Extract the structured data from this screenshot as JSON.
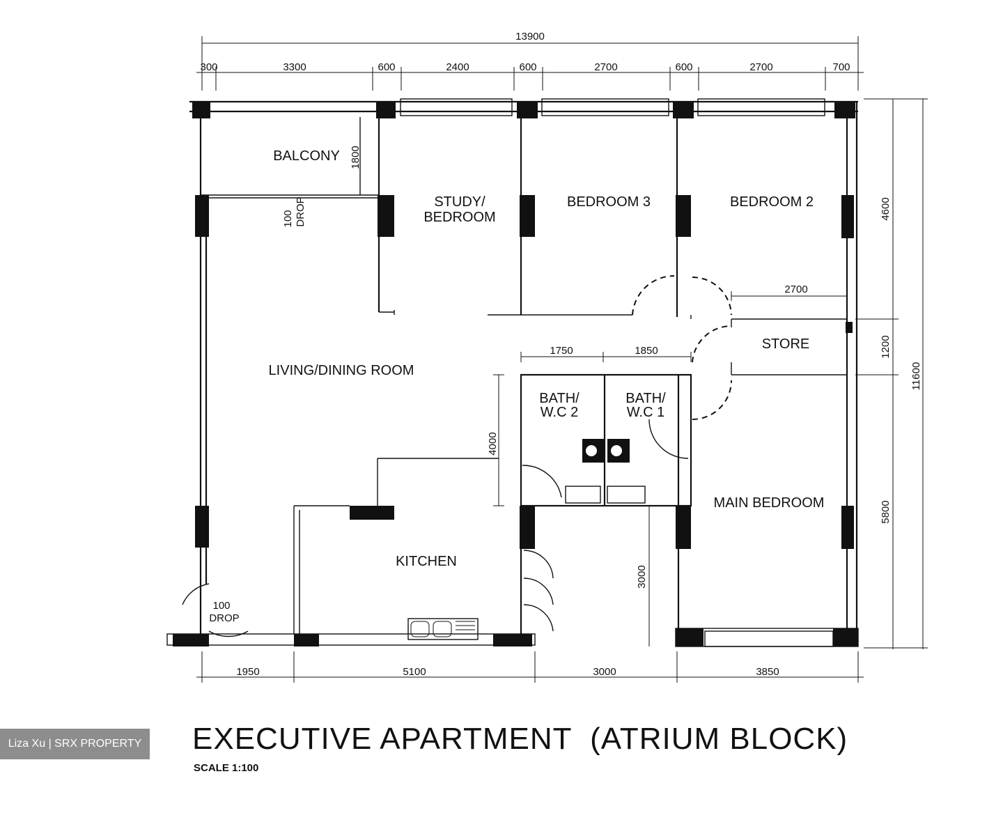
{
  "title": "EXECUTIVE APARTMENT  (ATRIUM BLOCK)",
  "scale": "SCALE   1:100",
  "watermark": "Liza Xu | SRX PROPERTY",
  "dims": {
    "overall_width": "13900",
    "top": [
      "300",
      "3300",
      "600",
      "2400",
      "600",
      "2700",
      "600",
      "2700",
      "700"
    ],
    "bottom": [
      "1950",
      "5100",
      "3000",
      "3850"
    ],
    "right_overall": "11600",
    "right": [
      "4600",
      "1200",
      "5800"
    ],
    "balcony_depth": "1800",
    "corridor": "2700",
    "bath_widths": [
      "1750",
      "1850"
    ],
    "bath_depth": "4000",
    "service": "3000"
  },
  "rooms": {
    "balcony": "BALCONY",
    "study_line1": "STUDY/",
    "study_line2": "BEDROOM",
    "bedroom3": "BEDROOM  3",
    "bedroom2": "BEDROOM  2",
    "store": "STORE",
    "living": "LIVING/DINING ROOM",
    "bath2_line1": "BATH/",
    "bath2_line2": "W.C 2",
    "bath1_line1": "BATH/",
    "bath1_line2": "W.C  1",
    "main_bedroom": "MAIN BEDROOM",
    "kitchen": "KITCHEN",
    "drop_top": "100",
    "drop_bottom": "DROP"
  }
}
